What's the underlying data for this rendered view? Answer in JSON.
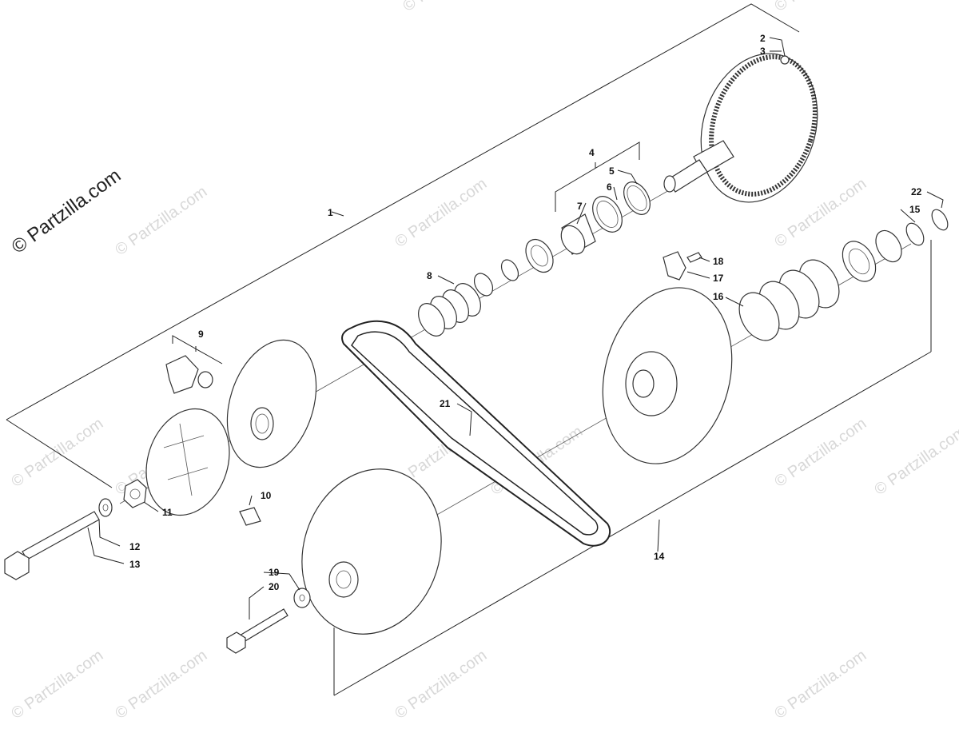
{
  "watermark": {
    "text": "© Partzilla.com",
    "tiles": [
      "© Partzilla.com",
      "© Partzilla.com",
      "© Partzilla.com",
      "© Partzilla.com",
      "© Partzilla.com",
      "© Partzilla.com",
      "© Partzilla.com",
      "© Partzilla.com",
      "© Partzilla.com",
      "© Partzilla.com",
      "© Partzilla.com",
      "© Partzilla.com",
      "© Partzilla.com",
      "© Partzilla.com",
      "© Partzilla.com"
    ]
  },
  "callouts": [
    "1",
    "2",
    "3",
    "4",
    "5",
    "6",
    "7",
    "8",
    "9",
    "10",
    "11",
    "12",
    "13",
    "14",
    "15",
    "16",
    "17",
    "18",
    "19",
    "20",
    "21",
    "22"
  ]
}
